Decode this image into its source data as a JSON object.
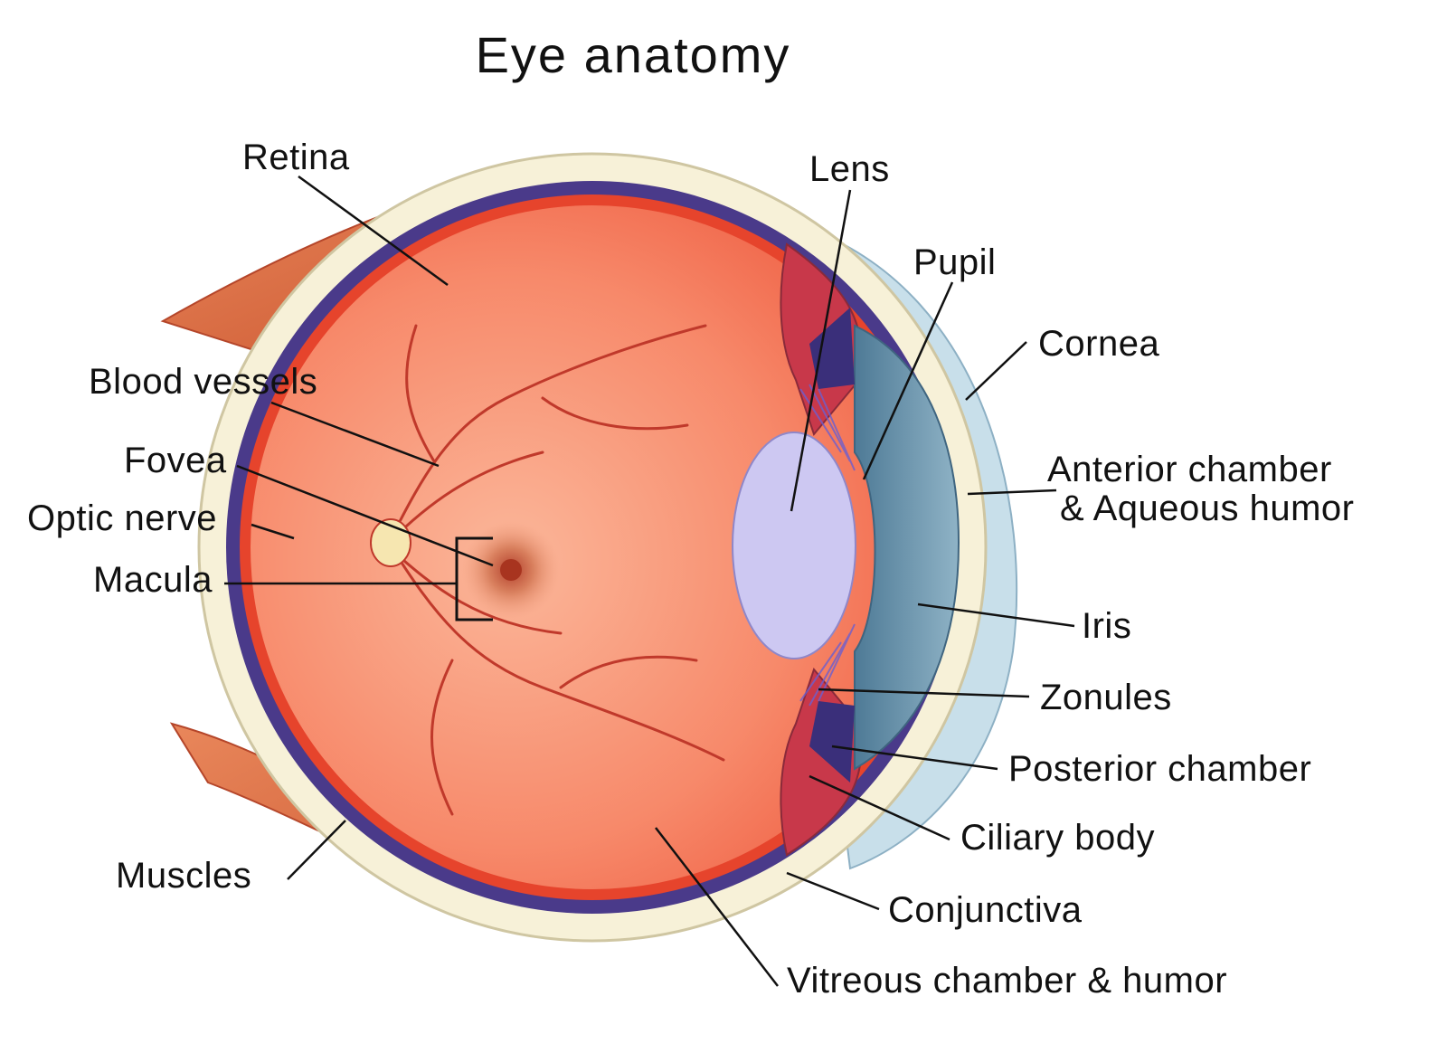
{
  "title": "Eye anatomy",
  "labels": {
    "retina": "Retina",
    "lens": "Lens",
    "pupil": "Pupil",
    "cornea": "Cornea",
    "blood_vessels": "Blood vessels",
    "fovea": "Fovea",
    "optic_nerve": "Optic nerve",
    "macula": "Macula",
    "anterior_1": "Anterior chamber",
    "anterior_2": "& Aqueous humor",
    "iris": "Iris",
    "zonules": "Zonules",
    "posterior_chamber": "Posterior chamber",
    "ciliary_body": "Ciliary body",
    "muscles": "Muscles",
    "conjunctiva": "Conjunctiva",
    "vitreous": "Vitreous chamber & humor"
  },
  "colors": {
    "muscle": "#d9643a",
    "sclera": "#f7f1d8",
    "choroid": "#4a3a8a",
    "retina_red": "#e6442c",
    "vitreous": "#f58a6a",
    "lens": "#c9c6f0",
    "iris": "#6a93ad",
    "cornea": "#b9d5e6",
    "leader": "#111111"
  }
}
